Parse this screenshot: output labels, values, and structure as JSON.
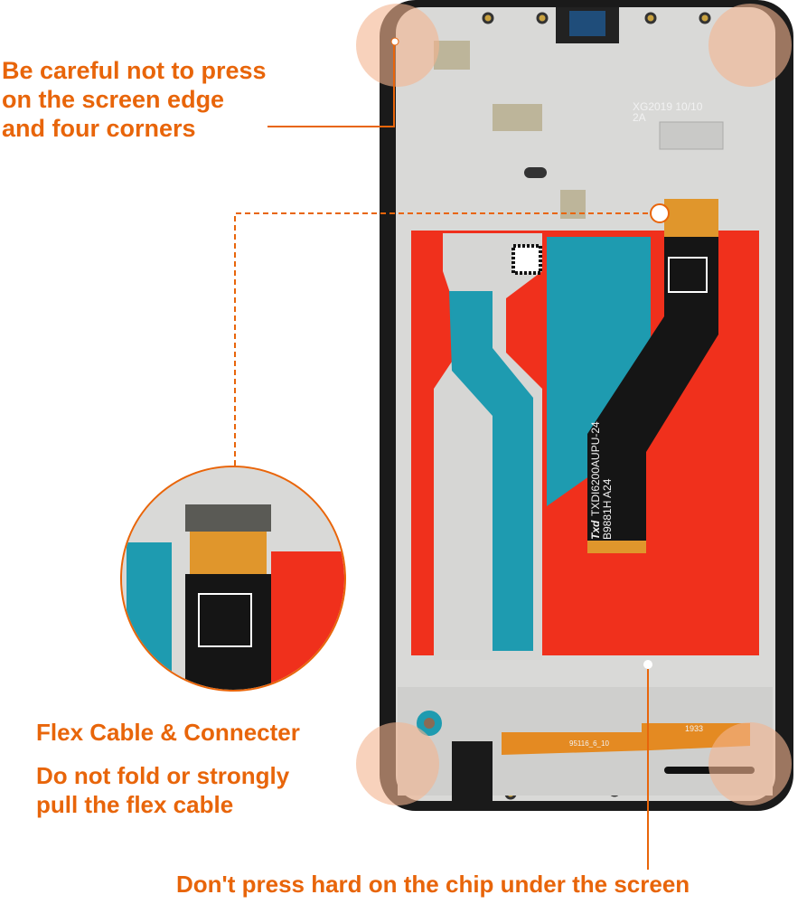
{
  "annotations": {
    "corners": [
      "Be careful not to press",
      "on the screen edge",
      "and four corners"
    ],
    "flex_title": "Flex Cable & Connecter",
    "flex_warning": [
      "Do not fold or strongly",
      "pull the flex cable"
    ],
    "chip_warning": "Don't press hard on the chip under the screen"
  },
  "part_markings": {
    "frame_code": "XG2019 10/10",
    "frame_rev": "2A",
    "flex_brand": "Txd",
    "flex_code": "TXDI6200AUPU-24",
    "flex_model": "B9881H  A24",
    "board_code": "95116_6_10",
    "board_date": "1933"
  },
  "colors": {
    "accent": "#e8650a",
    "corner_highlight": "#f3b48f",
    "red_film": "#f0301c",
    "teal_film": "#1e9bb0"
  }
}
